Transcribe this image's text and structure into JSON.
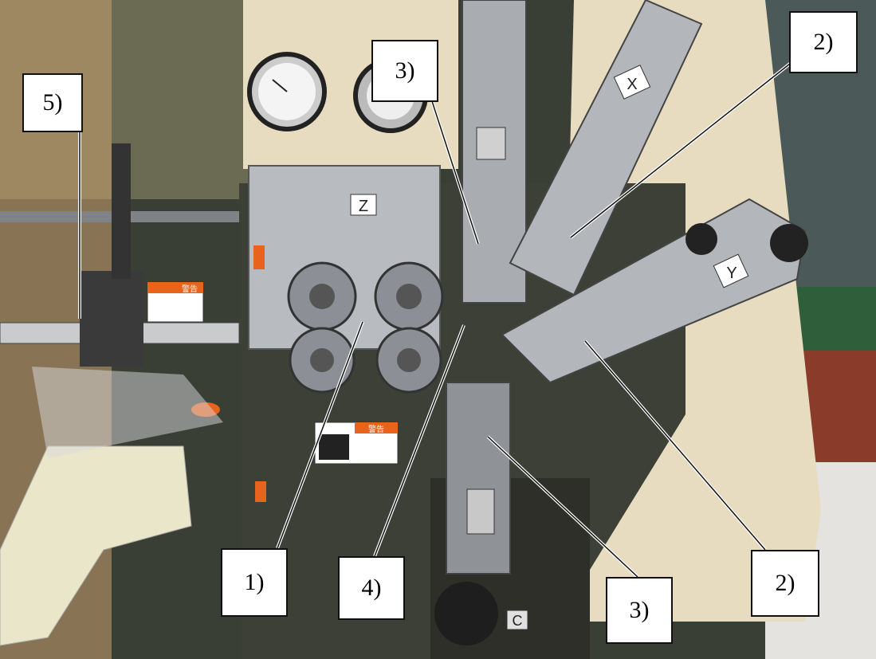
{
  "image": {
    "subject": "spring forming machine",
    "colors": {
      "machine_body": "#e8dcc0",
      "steel": "#9aa0a6",
      "dark_plate": "#3d4036",
      "warning_orange": "#e8631c",
      "floor_green": "#2f5e3a",
      "callout_bg": "#ffffff",
      "callout_border": "#111111"
    }
  },
  "callouts": {
    "c5": "5)",
    "c3a": "3)",
    "c2a": "2)",
    "c1": "1)",
    "c4": "4)",
    "c3b": "3)",
    "c2b": "2)"
  },
  "plate_labels": {
    "z": "Z",
    "x": "X",
    "y": "Y",
    "c": "C"
  },
  "warning_labels": {
    "upper_title": "警告",
    "lower_title": "警告"
  }
}
